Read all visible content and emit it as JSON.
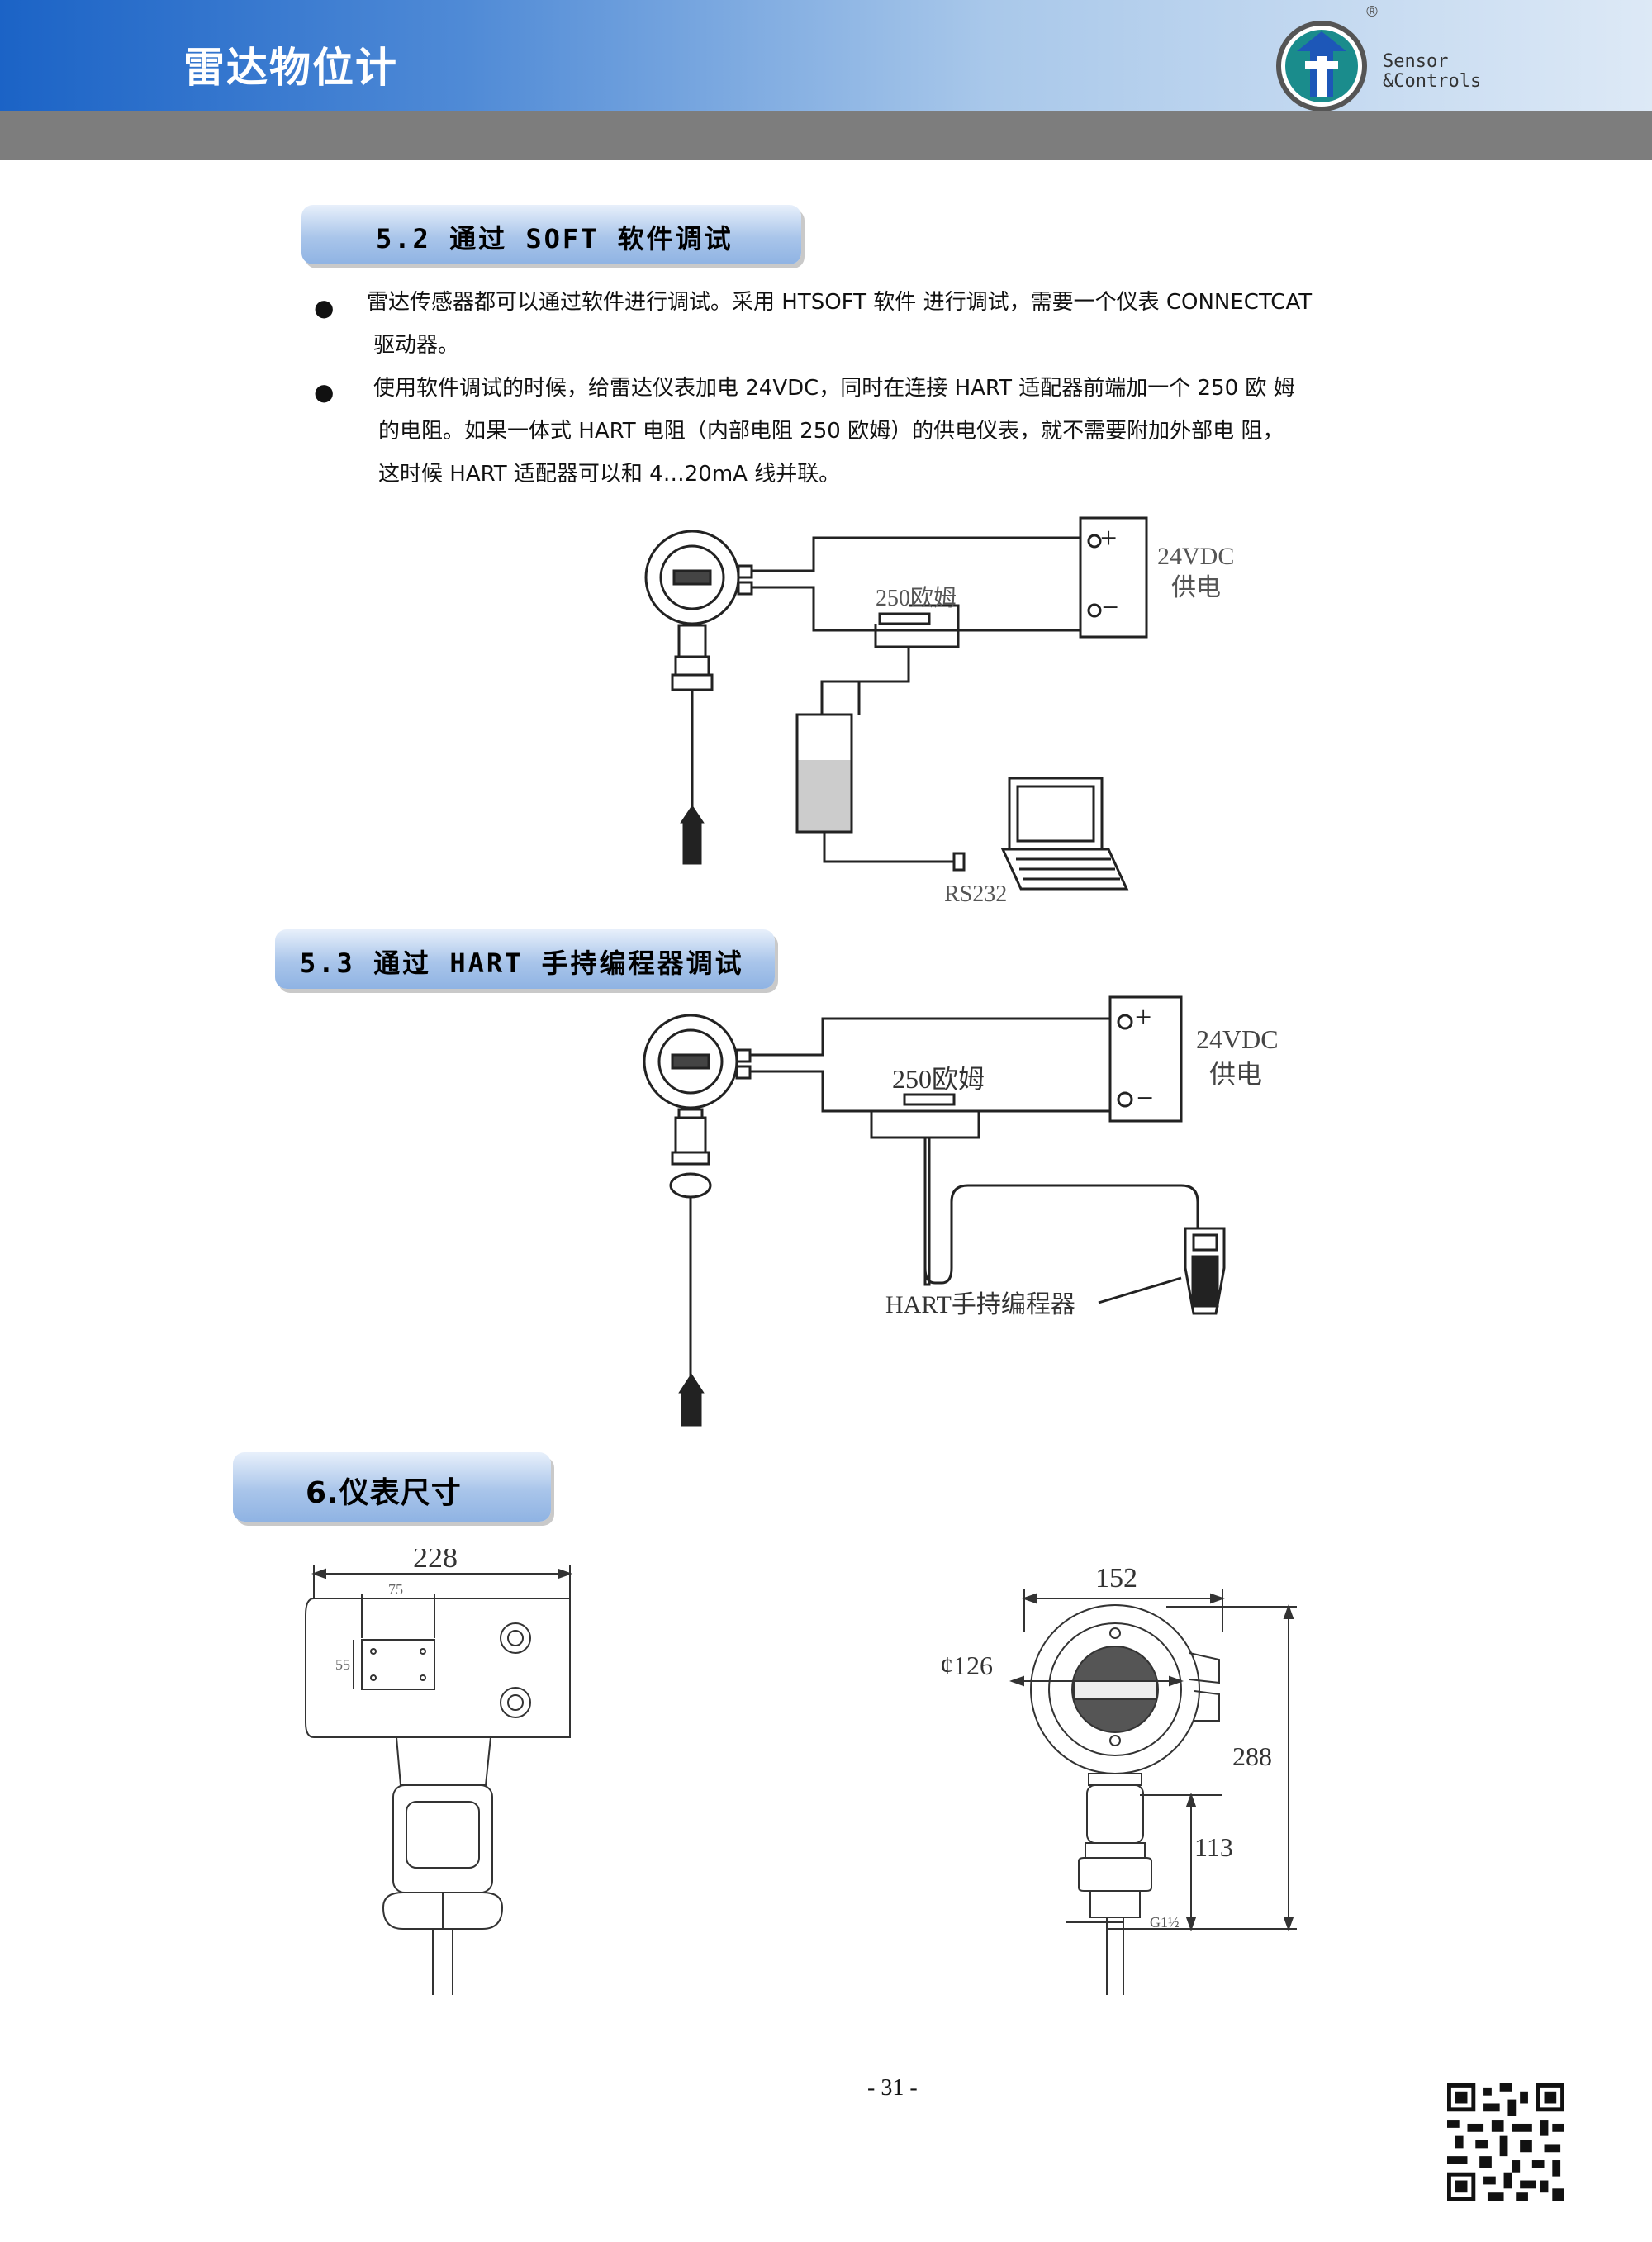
{
  "header": {
    "title": "雷达物位计",
    "brand_line1": "Sensor",
    "brand_line2": "&Controls",
    "registered_mark": "®",
    "accent_color": "#1b63c6",
    "band_color": "#7d7d7d"
  },
  "section_5_2": {
    "title": "5.2 通过 SOFT 软件调试",
    "bullet1_line1": "雷达传感器都可以通过软件进行调试。采用 HTSOFT 软件 进行调试，需要一个仪表 CONNECTCAT",
    "bullet1_line2": "驱动器。",
    "bullet2_line1": "使用软件调试的时候，给雷达仪表加电 24VDC，同时在连接 HART 适配器前端加一个 250 欧  姆",
    "bullet2_line2": "的电阻。如果一体式 HART 电阻（内部电阻 250 欧姆）的供电仪表，就不需要附加外部电   阻，",
    "bullet2_line3": "这时候 HART 适配器可以和 4…20mA 线并联。",
    "fig": {
      "plus": "+",
      "minus": "−",
      "supply1": "24VDC",
      "supply2": "供电",
      "resistor": "250欧姆",
      "rs232": "RS232"
    }
  },
  "section_5_3": {
    "title": "5.3 通过 HART 手持编程器调试",
    "fig": {
      "plus": "+",
      "minus": "−",
      "supply1": "24VDC",
      "supply2": "供电",
      "resistor": "250欧姆",
      "handheld": "HART手持编程器"
    }
  },
  "section_6": {
    "title": "6.仪表尺寸",
    "left_dims": {
      "width": "228",
      "plate_width": "75",
      "plate_height": "55"
    },
    "right_dims": {
      "width": "152",
      "diameter": "¢126",
      "height": "288",
      "neck": "113",
      "thread": "G1½"
    }
  },
  "footer": {
    "page_number": "- 31 -"
  }
}
